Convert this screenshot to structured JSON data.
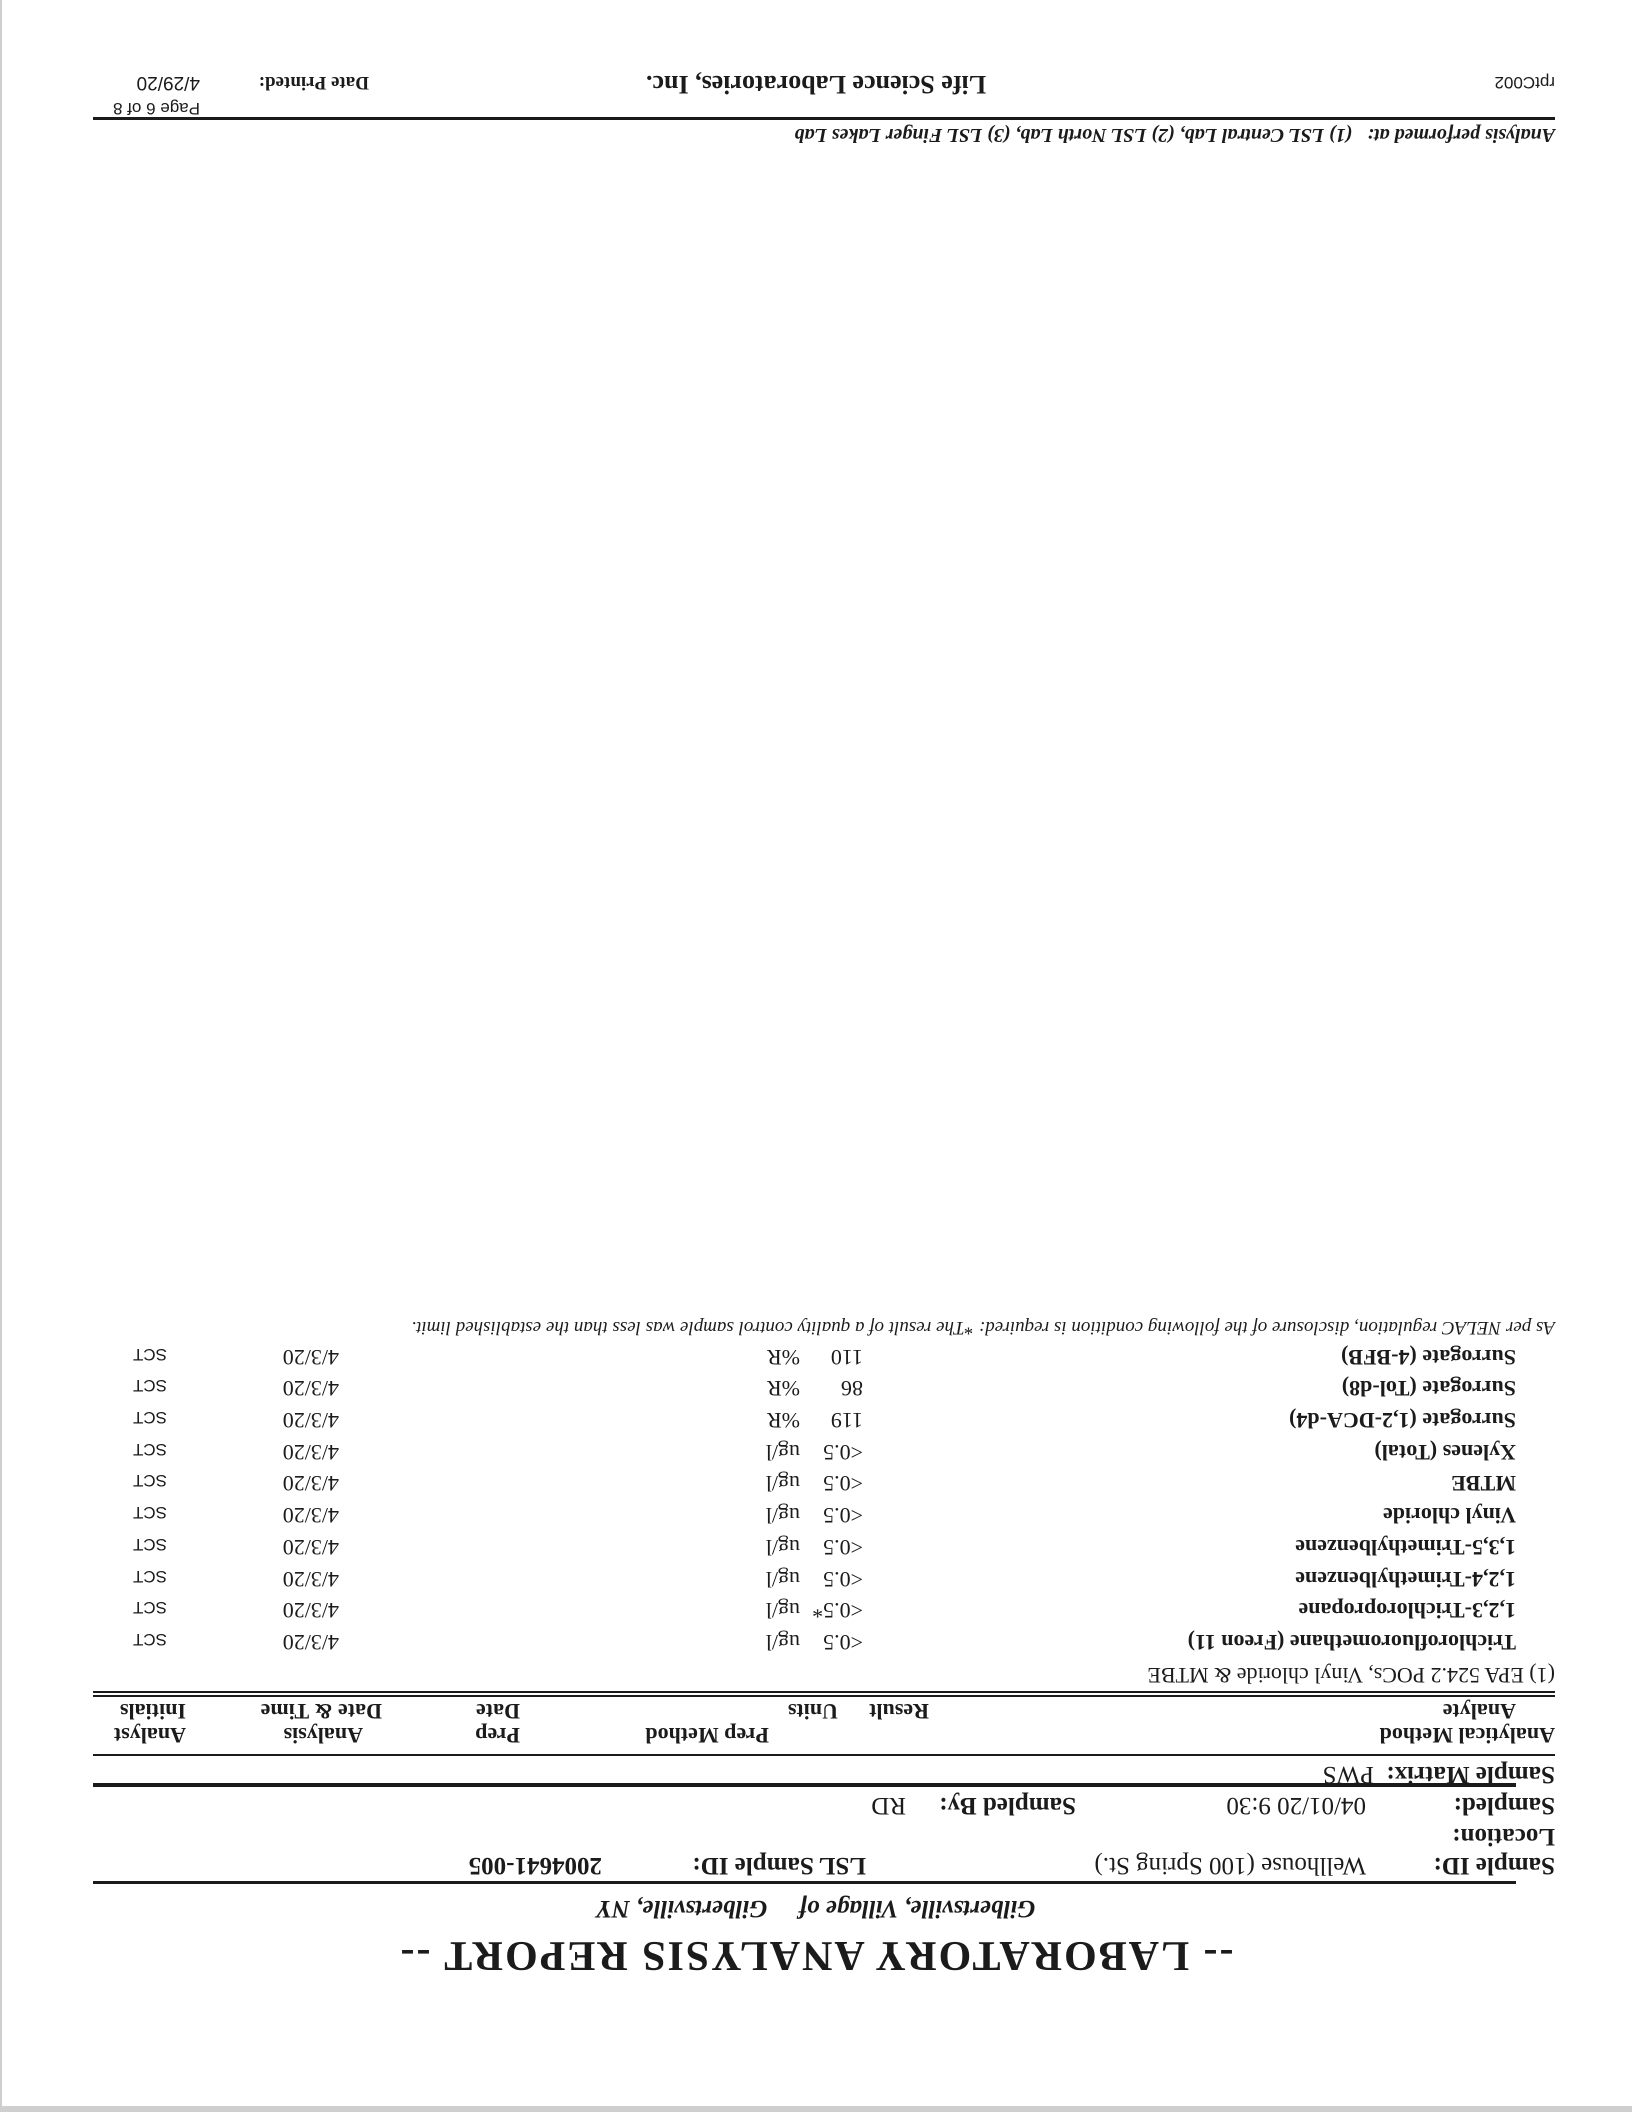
{
  "report": {
    "title": "-- LABORATORY ANALYSIS REPORT --",
    "client_line": "Gilbertsville, Village of     Gilbertsville, NY"
  },
  "sample": {
    "id_label": "Sample ID:",
    "id_value": "Wellhouse (100 Spring St.)",
    "lsl_label": "LSL Sample ID:",
    "lsl_value": "2004641-005",
    "location_label": "Location:",
    "location_value": "",
    "sampled_label": "Sampled:",
    "sampled_value": "04/01/20 9:30",
    "sampled_by_label": "Sampled By:",
    "sampled_by_value": "RD",
    "matrix_label": "Sample Matrix:",
    "matrix_value": "PWS"
  },
  "columns": {
    "analytical_method": "Analytical Method",
    "analyte": "Analyte",
    "result": "Result",
    "units": "Units",
    "prep_method": "Prep Method",
    "prep_date_1": "Prep",
    "prep_date_2": "Date",
    "analysis_1": "Analysis",
    "analysis_2": "Date & Time",
    "analyst_1": "Analyst",
    "analyst_2": "Initials"
  },
  "method": {
    "label": "(1)  EPA 524.2 POCs, Vinyl chloride & MTBE"
  },
  "rows": [
    {
      "analyte": "Trichlorofluoromethane (Freon 11)",
      "result": "<0.5",
      "units": "ug/l",
      "date": "4/3/20",
      "initials": "SCT"
    },
    {
      "analyte": "1,2,3-Trichloropropane",
      "result": "<0.5*",
      "units": "ug/l",
      "date": "4/3/20",
      "initials": "SCT"
    },
    {
      "analyte": "1,2,4-Trimethylbenzene",
      "result": "<0.5",
      "units": "ug/l",
      "date": "4/3/20",
      "initials": "SCT"
    },
    {
      "analyte": "1,3,5-Trimethylbenzene",
      "result": "<0.5",
      "units": "ug/l",
      "date": "4/3/20",
      "initials": "SCT"
    },
    {
      "analyte": "Vinyl chloride",
      "result": "<0.5",
      "units": "ug/l",
      "date": "4/3/20",
      "initials": "SCT"
    },
    {
      "analyte": "MTBE",
      "result": "<0.5",
      "units": "ug/l",
      "date": "4/3/20",
      "initials": "SCT"
    },
    {
      "analyte": "Xylenes (Total)",
      "result": "<0.5",
      "units": "ug/l",
      "date": "4/3/20",
      "initials": "SCT"
    },
    {
      "analyte": "Surrogate (1,2-DCA-d4)",
      "result": "119",
      "units": "%R",
      "date": "4/3/20",
      "initials": "SCT"
    },
    {
      "analyte": "Surrogate (Tol-d8)",
      "result": "86",
      "units": "%R",
      "date": "4/3/20",
      "initials": "SCT"
    },
    {
      "analyte": "Surrogate (4-BFB)",
      "result": "110",
      "units": "%R",
      "date": "4/3/20",
      "initials": "SCT"
    }
  ],
  "note": "As per NELAC regulation, disclosure of the following condition is required: *The result of a quality control sample was less than the established limit.",
  "footer": {
    "analysis_performed": "Analysis performed at:   (1) LSL Central Lab, (2) LSL North Lab, (3) LSL Finger Lakes Lab",
    "page": "Page 6 of 8",
    "form_code": "rptC002",
    "lab_name": "Life Science Laboratories, Inc.",
    "date_printed_label": "Date Printed:",
    "date_printed_value": "4/29/20"
  }
}
